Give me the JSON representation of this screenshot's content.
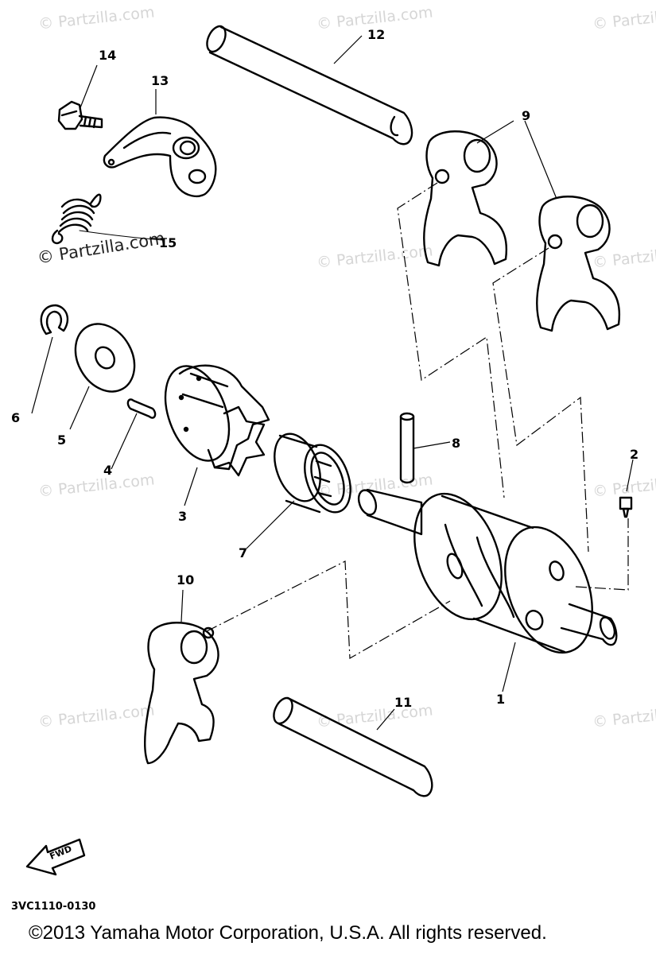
{
  "watermark": "© Partzilla.com",
  "callouts": {
    "c1": "1",
    "c2": "2",
    "c3": "3",
    "c4": "4",
    "c5": "5",
    "c6": "6",
    "c7": "7",
    "c8": "8",
    "c9": "9",
    "c10": "10",
    "c11": "11",
    "c12": "12",
    "c13": "13",
    "c14": "14",
    "c15": "15"
  },
  "fwd_label": "FWD",
  "diagram_code": "3VC1110-0130",
  "copyright": "©2013 Yamaha Motor Corporation, U.S.A. All rights reserved."
}
